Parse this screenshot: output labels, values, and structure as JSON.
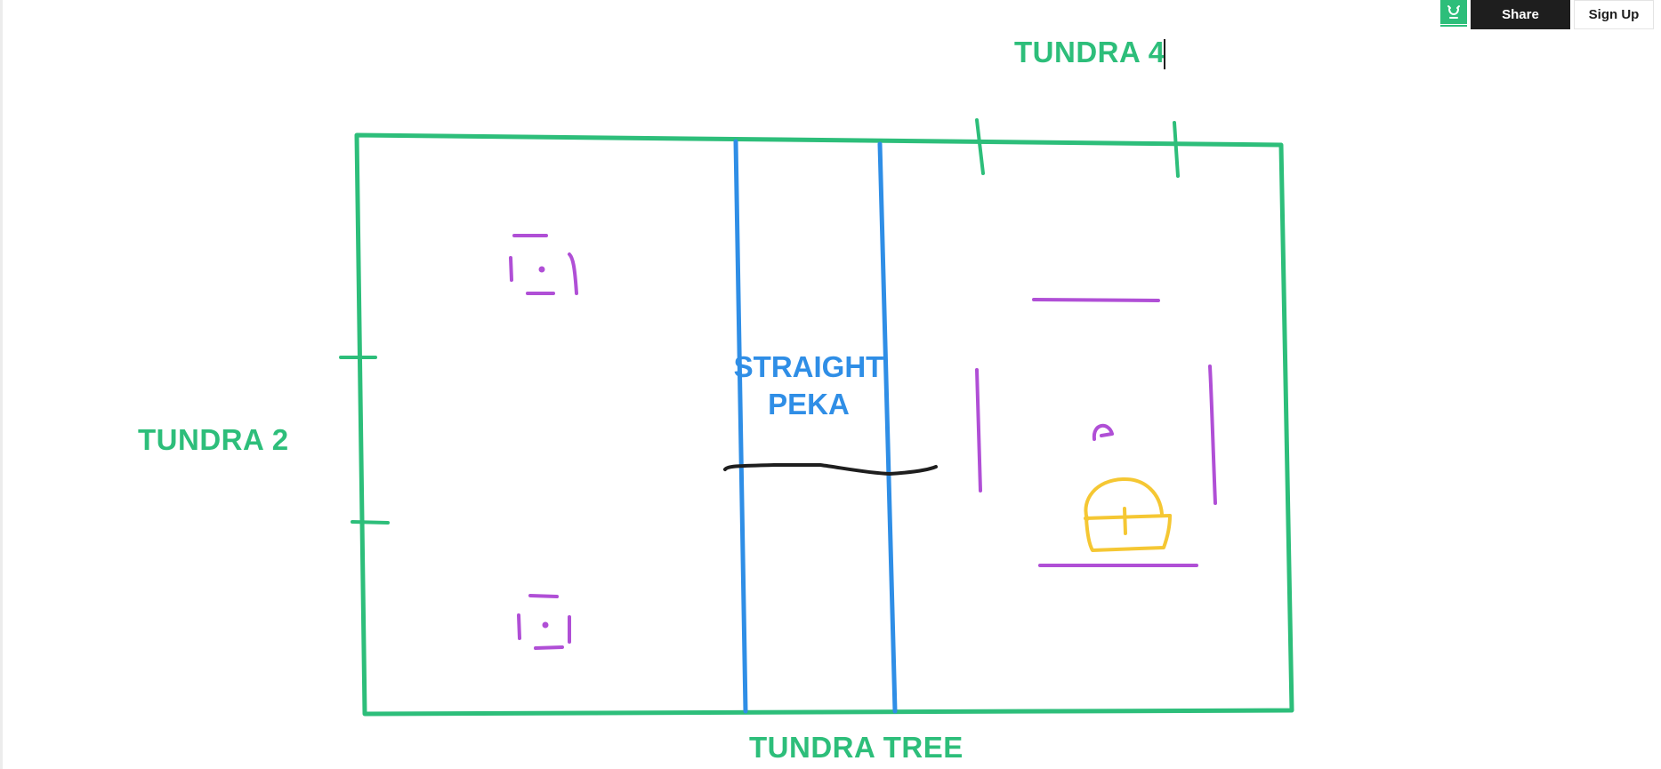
{
  "toolbar": {
    "logo_icon": "tldraw-logo-icon",
    "share_label": "Share",
    "signup_label": "Sign Up"
  },
  "drawing": {
    "labels": {
      "tundra_4": "TUNDRA 4",
      "tundra_2": "TUNDRA 2",
      "tundra_tree": "TUNDRA TREE",
      "straight_line1": "STRAIGHT",
      "straight_line2": "PEKA"
    },
    "colors": {
      "green": "#2dbe7a",
      "blue": "#2f8ee6",
      "purple": "#b04fd6",
      "yellow": "#f5c733",
      "black": "#1e1e1e"
    }
  }
}
